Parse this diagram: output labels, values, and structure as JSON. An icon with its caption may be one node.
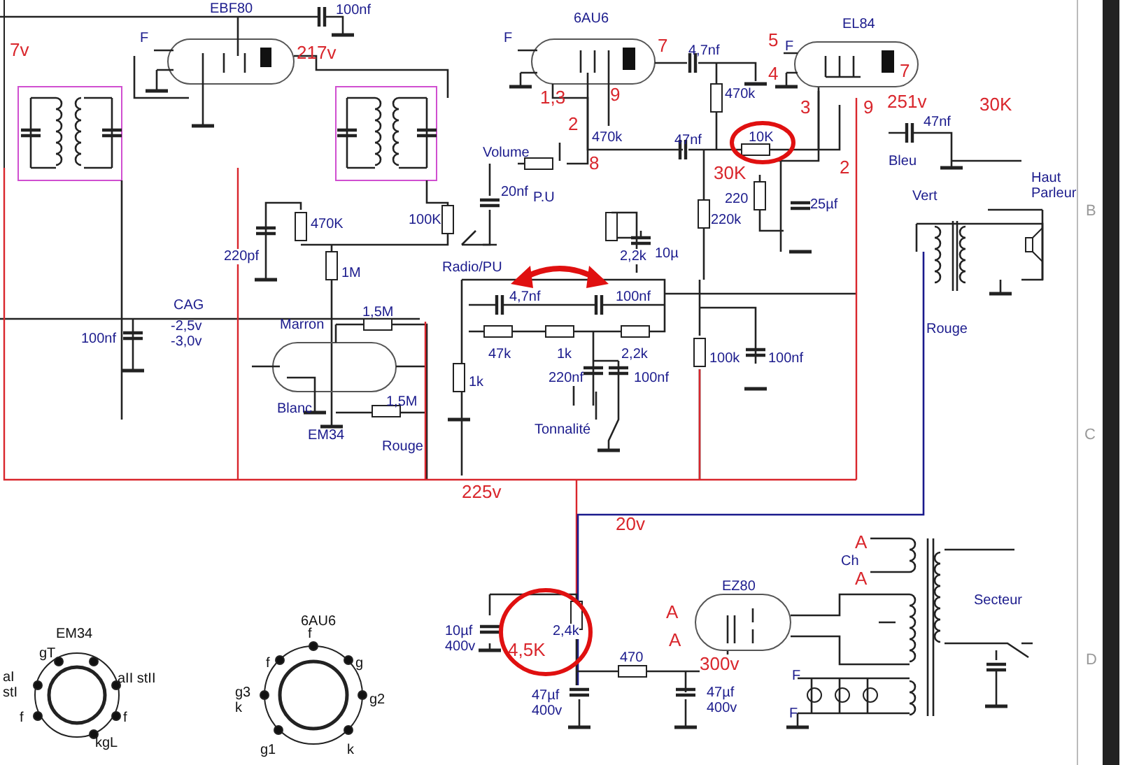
{
  "diagram": {
    "labels": [
      "EBF80",
      "100nf",
      "7v",
      "F",
      "217v",
      "6AU6",
      "F",
      "7",
      "4,7nf",
      "5",
      "F",
      "EL84",
      "4",
      "7",
      "1,3",
      "9",
      "470k",
      "3",
      "9",
      "251v",
      "2",
      "30K",
      "47nf",
      "47nf",
      "10K",
      "Bleu",
      "Haut Parleur",
      "Volume",
      "470k",
      "8",
      "30K",
      "2",
      "20nf",
      "P.U",
      "220",
      "25µf",
      "Vert",
      "470K",
      "100K",
      "220pf",
      "2,2k",
      "10µ",
      "220k",
      "B",
      "1M",
      "Radio/PU",
      "4,7nf",
      "100nf",
      "CAG",
      "1,5M",
      "100nf",
      "-2,5v",
      "-3,0v",
      "Marron",
      "Rouge",
      "47k",
      "1k",
      "2,2k",
      "1k",
      "100k",
      "100nf",
      "220nf",
      "100nf",
      "1,5M",
      "Blanc",
      "Tonnalité",
      "EM34",
      "C",
      "Rouge",
      "225v",
      "20v",
      "A",
      "Ch",
      "A",
      "Secteur",
      "EM34",
      "6AU6",
      "EZ80",
      "A",
      "10µf 400v",
      "2,4k",
      "A",
      "4,5K",
      "470",
      "300v",
      "D",
      "F",
      "47µf 400v",
      "47µf 400v",
      "F",
      "gT",
      "aI stI",
      "aII stII",
      "f",
      "f",
      "kgL",
      "f",
      "f",
      "g",
      "g3 k",
      "g2",
      "g1",
      "k"
    ]
  }
}
